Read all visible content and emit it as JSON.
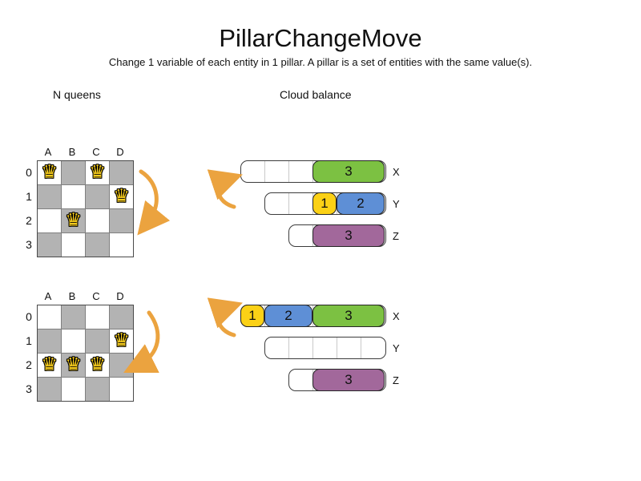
{
  "title": "PillarChangeMove",
  "subtitle": "Change 1 variable of each entity in 1 pillar. A pillar is a set of entities with the same value(s).",
  "nqueens": {
    "label": "N queens",
    "columns": [
      "A",
      "B",
      "C",
      "D"
    ],
    "rows": [
      "0",
      "1",
      "2",
      "3"
    ],
    "before": {
      "queens": [
        {
          "row": 0,
          "col": 0
        },
        {
          "row": 0,
          "col": 2
        },
        {
          "row": 1,
          "col": 3
        },
        {
          "row": 2,
          "col": 1
        }
      ]
    },
    "after": {
      "queens": [
        {
          "row": 1,
          "col": 3
        },
        {
          "row": 2,
          "col": 0
        },
        {
          "row": 2,
          "col": 1
        },
        {
          "row": 2,
          "col": 2
        }
      ]
    }
  },
  "cloud": {
    "label": "Cloud balance",
    "before": [
      {
        "label": "X",
        "cells": 6,
        "segments": [
          {
            "span": 3
          },
          {
            "span": 3,
            "color": "green",
            "value": "3"
          }
        ]
      },
      {
        "label": "Y",
        "cells": 5,
        "segments": [
          {
            "span": 2
          },
          {
            "span": 1,
            "color": "yellow",
            "value": "1"
          },
          {
            "span": 2,
            "color": "blue",
            "value": "2"
          }
        ]
      },
      {
        "label": "Z",
        "cells": 4,
        "segments": [
          {
            "span": 1
          },
          {
            "span": 3,
            "color": "purple",
            "value": "3"
          }
        ]
      }
    ],
    "after": [
      {
        "label": "X",
        "cells": 6,
        "segments": [
          {
            "span": 1,
            "color": "yellow",
            "value": "1"
          },
          {
            "span": 2,
            "color": "blue",
            "value": "2"
          },
          {
            "span": 3,
            "color": "green",
            "value": "3"
          }
        ]
      },
      {
        "label": "Y",
        "cells": 5,
        "segments": [
          {
            "span": 5
          }
        ]
      },
      {
        "label": "Z",
        "cells": 4,
        "segments": [
          {
            "span": 1
          },
          {
            "span": 3,
            "color": "purple",
            "value": "3"
          }
        ]
      }
    ]
  },
  "colors": {
    "green": "#7CC142",
    "yellow": "#FBD116",
    "blue": "#5E8FD6",
    "purple": "#A2689B",
    "arrow": "#EBA33F",
    "board_gray": "#B3B3B3",
    "queen_gold": "#F5CB1C"
  }
}
